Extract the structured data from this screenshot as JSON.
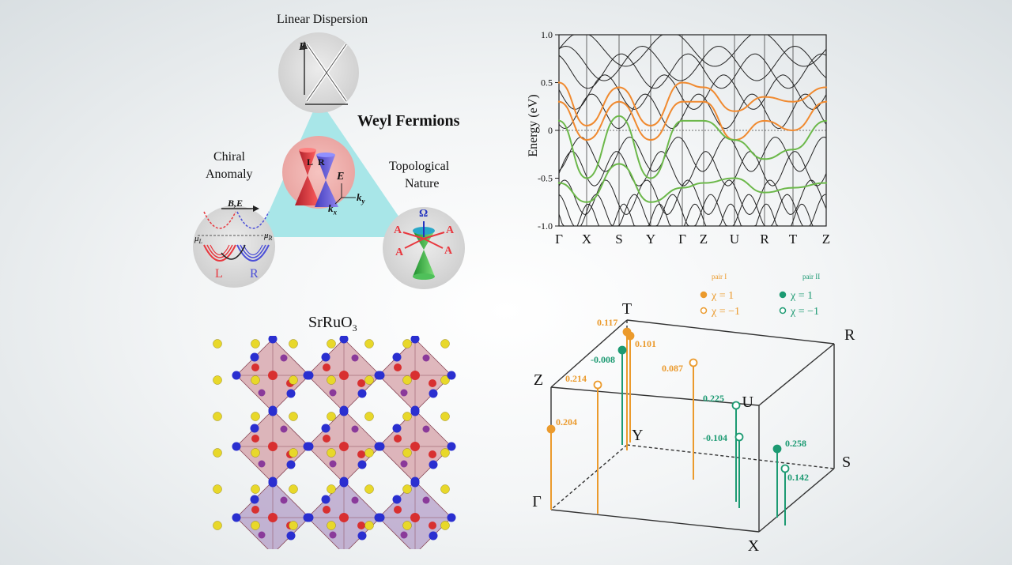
{
  "weyl": {
    "title": "Weyl Fermions",
    "linear": "Linear Dispersion",
    "chiral_line1": "Chiral",
    "chiral_line2": "Anomaly",
    "topo_line1": "Topological",
    "topo_line2": "Nature",
    "E": "E",
    "L": "L",
    "R": "R",
    "kx": "k",
    "kx_sub": "x",
    "ky": "k",
    "ky_sub": "y",
    "BE": "B,E",
    "mu": "μ",
    "mu_L_sub": "L",
    "mu_R_sub": "R",
    "omega": "Ω",
    "A": "A",
    "colors": {
      "triangle": "#a8e6e8",
      "left": "#e8383f",
      "right": "#4b4fd8",
      "green": "#3cb44b"
    }
  },
  "crystal": {
    "title_main": "SrRuO",
    "title_sub": "3",
    "colors": {
      "sr": "#e8d82a",
      "o": "#2a2fd0",
      "ru": "#d83030",
      "octa": "#c98088"
    }
  },
  "bands": {
    "ylabel": "Energy (eV)",
    "yticks": [
      "1.0",
      "0.5",
      "0",
      "-0.5",
      "-1.0"
    ],
    "xticks": [
      "Γ",
      "X",
      "S",
      "Y",
      "Γ",
      "Z",
      "U",
      "R",
      "T",
      "Z"
    ],
    "colors": {
      "orange": "#f08a30",
      "green": "#6cb84a",
      "black": "#222222"
    }
  },
  "chart_data": {
    "type": "line",
    "ylabel": "Energy (eV)",
    "ylim": [
      -1.0,
      1.0
    ],
    "x": [
      "Γ",
      "X",
      "S",
      "Y",
      "Γ",
      "Z",
      "U",
      "R",
      "T",
      "Z"
    ],
    "series": [
      {
        "values": [
          0.5,
          0.05,
          0.45,
          0.05,
          0.5,
          0.45,
          0.2,
          0.35,
          0.3,
          0.45
        ]
      },
      {
        "values": [
          0.3,
          -0.1,
          0.3,
          -0.1,
          0.3,
          0.3,
          -0.1,
          0.1,
          0.0,
          0.3
        ]
      },
      {
        "values": [
          0.1,
          -0.5,
          0.15,
          -0.5,
          0.1,
          0.1,
          -0.1,
          -0.3,
          -0.2,
          0.1
        ]
      },
      {
        "values": [
          -0.55,
          -0.75,
          -0.35,
          -0.75,
          -0.6,
          -0.55,
          -0.5,
          -0.65,
          -0.6,
          -0.55
        ]
      }
    ]
  },
  "bz": {
    "legend": {
      "pair1": "pair I",
      "pair2": "pair II",
      "chi_pos": "χ = 1",
      "chi_neg": "χ = −1"
    },
    "points": {
      "T": "T",
      "R": "R",
      "Z": "Z",
      "U": "U",
      "Y": "Y",
      "S": "S",
      "G": "Γ",
      "X": "X"
    },
    "values": {
      "v1": "0.117",
      "v2": "0.101",
      "v3": "-0.008",
      "v4": "0.087",
      "v5": "0.214",
      "v6": "0.204",
      "v7": "0.225",
      "v8": "-0.104",
      "v9": "0.258",
      "v10": "0.142"
    },
    "colors": {
      "orange": "#eb9a2c",
      "teal": "#1c9a72"
    }
  }
}
